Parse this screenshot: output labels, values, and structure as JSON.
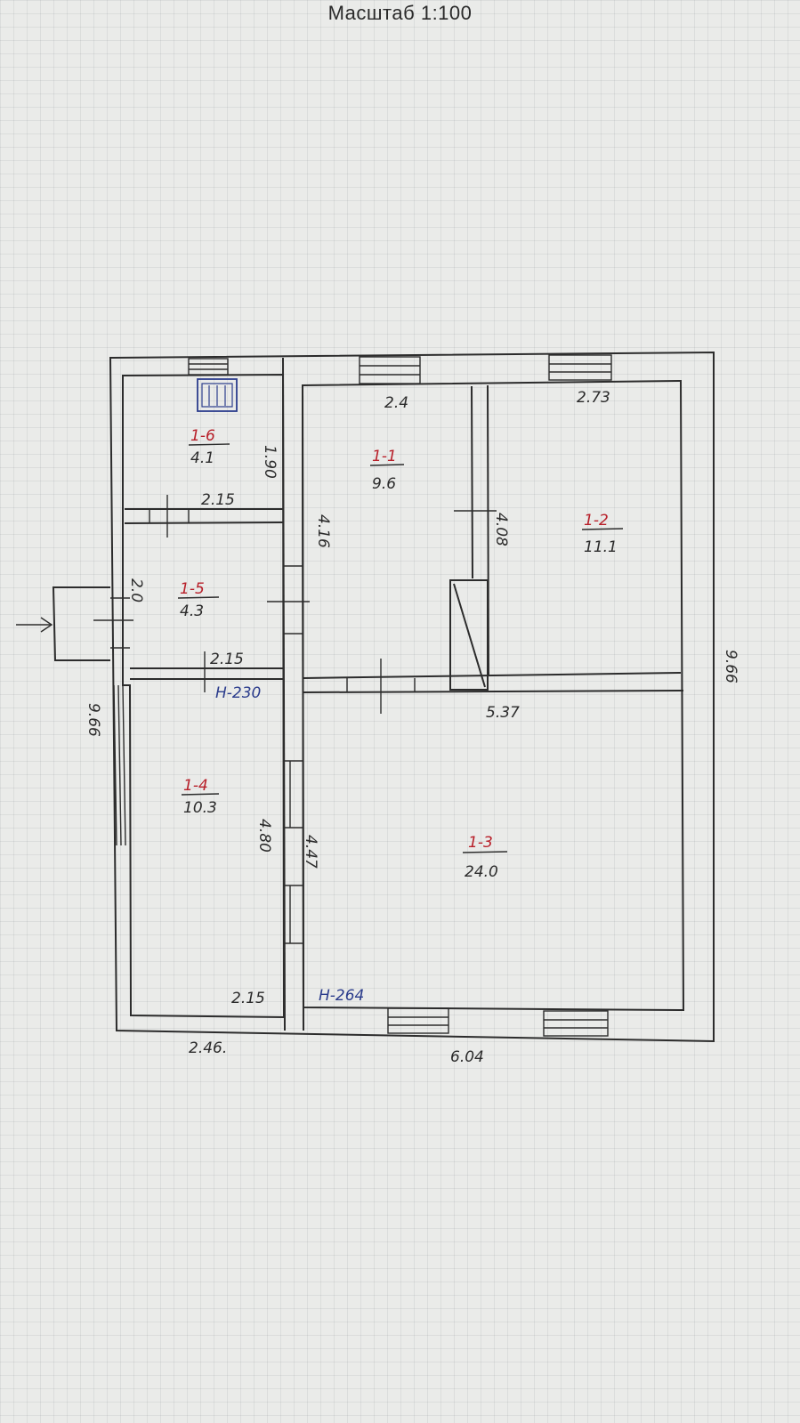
{
  "title": "Масштаб 1:100",
  "colors": {
    "ink": "#2c2c2c",
    "room_id": "#b8202a",
    "height_mark": "#2b3c8c",
    "paper": "#eaebe9"
  },
  "rooms": [
    {
      "id": "1-1",
      "area": "9.6"
    },
    {
      "id": "1-2",
      "area": "11.1"
    },
    {
      "id": "1-3",
      "area": "24.0"
    },
    {
      "id": "1-4",
      "area": "10.3"
    },
    {
      "id": "1-5",
      "area": "4.3"
    },
    {
      "id": "1-6",
      "area": "4.1"
    }
  ],
  "dimensions": {
    "top_room_1_1": "2.4",
    "top_room_1_2": "2.73",
    "height_1_6": "1.90",
    "width_1_6": "2.15",
    "height_1_5": "2.0",
    "width_1_5": "2.15",
    "height_1_1": "4.16",
    "height_1_2": "4.08",
    "width_1_3": "5.37",
    "height_1_4": "4.80",
    "height_1_3": "4.47",
    "width_1_4": "2.15",
    "outer_left": "9.66",
    "outer_right": "9.66",
    "bottom_left": "2.46.",
    "bottom_right": "6.04"
  },
  "heights": {
    "left_block": "H-230",
    "right_block": "H-264"
  },
  "icons": {
    "stove": "stove-icon",
    "entrance": "entrance-arrow-icon"
  }
}
